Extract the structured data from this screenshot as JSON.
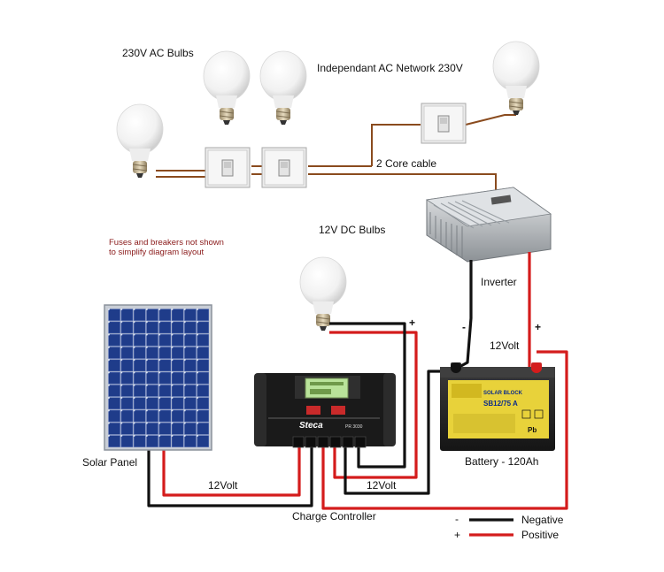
{
  "labels": {
    "ac_bulbs": "230V AC Bulbs",
    "ac_network": "Independant AC Network 230V",
    "core_cable": "2 Core cable",
    "dc_bulbs": "12V DC Bulbs",
    "inverter": "Inverter",
    "twelve_volt_battery": "12Volt",
    "solar_panel": "Solar Panel",
    "twelve_volt_panel": "12Volt",
    "twelve_volt_controller": "12Volt",
    "charge_controller": "Charge Controller",
    "battery": "Battery - 120Ah"
  },
  "note": {
    "line1": "Fuses and breakers not shown",
    "line2": "to simplify diagram layout"
  },
  "signs": {
    "minus": "-",
    "plus": "+"
  },
  "controller_text": {
    "brand": "Steca",
    "model": "PR 3030"
  },
  "battery_text": {
    "brand": "SOLAR BLOCK",
    "model": "SB12/75 A",
    "pb": "Pb"
  },
  "legend": {
    "negative_sign": "-",
    "negative": "Negative",
    "positive_sign": "+",
    "positive": "Positive"
  },
  "colors": {
    "negative_wire": "#111111",
    "positive_wire": "#d41c1c",
    "ac_cable": "#8a4b1e"
  }
}
